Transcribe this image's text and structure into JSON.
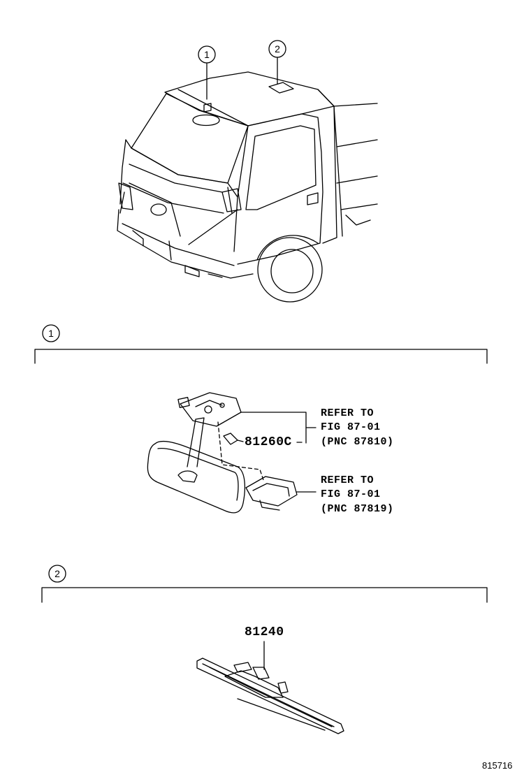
{
  "truck_callouts": [
    {
      "number": "1"
    },
    {
      "number": "2"
    }
  ],
  "sections": [
    {
      "number": "1",
      "part_number": "81260C",
      "references": [
        {
          "line1": "REFER TO",
          "line2": "FIG 87-01",
          "line3": "(PNC 87810)"
        },
        {
          "line1": "REFER TO",
          "line2": "FIG 87-01",
          "line3": "(PNC 87819)"
        }
      ]
    },
    {
      "number": "2",
      "part_number": "81240"
    }
  ],
  "figure_number": "815716"
}
